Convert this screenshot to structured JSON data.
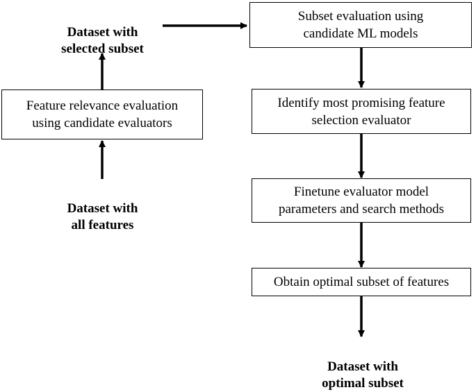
{
  "nodes": {
    "dataset_selected_subset": "Dataset with\nselected subset",
    "feature_relevance": "Feature relevance evaluation\nusing candidate evaluators",
    "dataset_all_features": "Dataset with\nall features",
    "subset_evaluation": "Subset evaluation using\ncandidate ML models",
    "identify_evaluator": "Identify most promising feature\nselection evaluator",
    "finetune": "Finetune evaluator model\nparameters and search methods",
    "obtain_subset": "Obtain optimal subset of features",
    "dataset_optimal_subset": "Dataset with\noptimal subset"
  },
  "edges": [
    {
      "from": "dataset_all_features",
      "to": "feature_relevance"
    },
    {
      "from": "feature_relevance",
      "to": "dataset_selected_subset"
    },
    {
      "from": "dataset_selected_subset",
      "to": "subset_evaluation"
    },
    {
      "from": "subset_evaluation",
      "to": "identify_evaluator"
    },
    {
      "from": "identify_evaluator",
      "to": "finetune"
    },
    {
      "from": "finetune",
      "to": "obtain_subset"
    },
    {
      "from": "obtain_subset",
      "to": "dataset_optimal_subset"
    }
  ],
  "colors": {
    "stroke": "#000000",
    "background": "#ffffff"
  }
}
